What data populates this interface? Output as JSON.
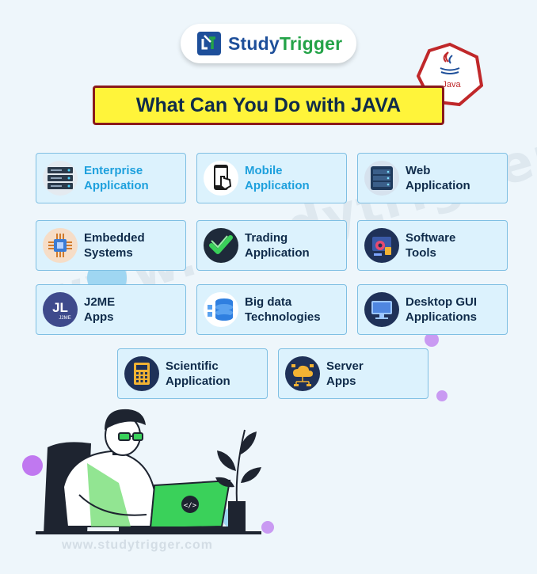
{
  "brand": {
    "name_part1": "Study",
    "name_part2": "Trigger",
    "colors": {
      "blue": "#1e4f9a",
      "green": "#24a348"
    }
  },
  "java_badge": {
    "label": "Java",
    "color": "#c0282a"
  },
  "title": "What Can You Do with JAVA",
  "cards": [
    {
      "line1": "Enterprise",
      "line2": "Application",
      "icon": "server-rack-icon",
      "highlight": true
    },
    {
      "line1": "Mobile",
      "line2": "Application",
      "icon": "smartphone-tap-icon",
      "highlight": true
    },
    {
      "line1": "Web",
      "line2": "Application",
      "icon": "web-server-icon",
      "highlight": false
    },
    {
      "line1": "Embedded",
      "line2": "Systems",
      "icon": "microchip-icon",
      "highlight": false
    },
    {
      "line1": "Trading",
      "line2": "Application",
      "icon": "trading-checkmark-icon",
      "highlight": false
    },
    {
      "line1": "Software",
      "line2": "Tools",
      "icon": "software-tools-icon",
      "highlight": false
    },
    {
      "line1": "J2ME",
      "line2": "Apps",
      "icon": "j2me-logo-icon",
      "highlight": false
    },
    {
      "line1": "Big data",
      "line2": "Technologies",
      "icon": "big-data-icon",
      "highlight": false
    },
    {
      "line1": "Desktop GUI",
      "line2": "Applications",
      "icon": "desktop-monitor-icon",
      "highlight": false
    },
    {
      "line1": "Scientific",
      "line2": "Application",
      "icon": "calculator-icon",
      "highlight": false
    },
    {
      "line1": "Server",
      "line2": "Apps",
      "icon": "cloud-network-icon",
      "highlight": false
    }
  ],
  "j2me_icon_text": "JL",
  "j2me_icon_subtext": "J2ME",
  "laptop_symbol": "</>",
  "watermark": "www.studytrigger.com",
  "footer_url": "www.studytrigger.com"
}
